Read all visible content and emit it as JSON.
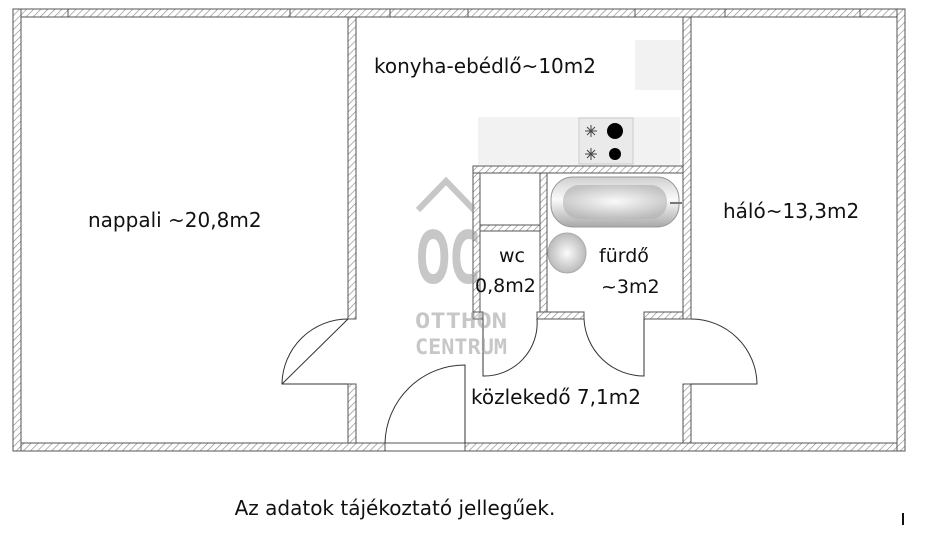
{
  "rooms": {
    "kitchen": "konyha-ebédlő~10m2",
    "living": "nappali ~20,8m2",
    "bedroom": "háló~13,3m2",
    "wc_name": "wc",
    "wc_area": "0,8m2",
    "bath_name": "fürdő",
    "bath_area": "~3m2",
    "hall": "közlekedő 7,1m2"
  },
  "watermark": {
    "logo": "OC",
    "line1": "OTTHON",
    "line2": "CENTRUM"
  },
  "footer": {
    "note": "Az adatok tájékoztató jellegűek."
  },
  "colors": {
    "wall_line": "#555555",
    "hatch": "#9a9a9a",
    "watermark": "#9a9a9a"
  }
}
